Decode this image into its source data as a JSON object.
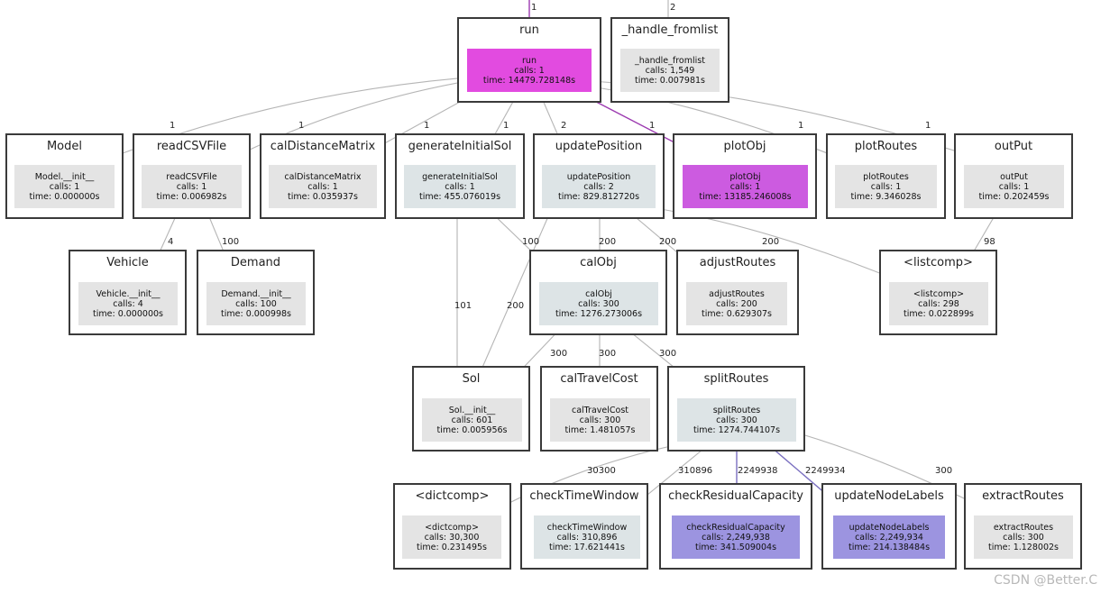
{
  "colors": {
    "default": "#e4e4e4",
    "light": "#dde4e6",
    "hot": "#e24be0",
    "warm": "#cc5be0",
    "blue": "#9c94e0",
    "edge_default": "#b5b5b5",
    "edge_hot": "#9c3ab0",
    "edge_blue": "#7a6fc0"
  },
  "nodes": {
    "run": {
      "title": "run",
      "name": "run",
      "calls": "calls: 1",
      "time": "time: 14479.728148s",
      "color": "hot"
    },
    "handle": {
      "title": "_handle_fromlist",
      "name": "_handle_fromlist",
      "calls": "calls: 1,549",
      "time": "time: 0.007981s",
      "color": "default"
    },
    "model": {
      "title": "Model",
      "name": "Model.__init__",
      "calls": "calls: 1",
      "time": "time: 0.000000s",
      "color": "default"
    },
    "readcsv": {
      "title": "readCSVFile",
      "name": "readCSVFile",
      "calls": "calls: 1",
      "time": "time: 0.006982s",
      "color": "default"
    },
    "caldist": {
      "title": "calDistanceMatrix",
      "name": "calDistanceMatrix",
      "calls": "calls: 1",
      "time": "time: 0.035937s",
      "color": "default"
    },
    "geninit": {
      "title": "generateInitialSol",
      "name": "generateInitialSol",
      "calls": "calls: 1",
      "time": "time: 455.076019s",
      "color": "light"
    },
    "updpos": {
      "title": "updatePosition",
      "name": "updatePosition",
      "calls": "calls: 2",
      "time": "time: 829.812720s",
      "color": "light"
    },
    "plotobj": {
      "title": "plotObj",
      "name": "plotObj",
      "calls": "calls: 1",
      "time": "time: 13185.246008s",
      "color": "warm"
    },
    "plotroutes": {
      "title": "plotRoutes",
      "name": "plotRoutes",
      "calls": "calls: 1",
      "time": "time: 9.346028s",
      "color": "default"
    },
    "output": {
      "title": "outPut",
      "name": "outPut",
      "calls": "calls: 1",
      "time": "time: 0.202459s",
      "color": "default"
    },
    "vehicle": {
      "title": "Vehicle",
      "name": "Vehicle.__init__",
      "calls": "calls: 4",
      "time": "time: 0.000000s",
      "color": "default"
    },
    "demand": {
      "title": "Demand",
      "name": "Demand.__init__",
      "calls": "calls: 100",
      "time": "time: 0.000998s",
      "color": "default"
    },
    "calobj": {
      "title": "calObj",
      "name": "calObj",
      "calls": "calls: 300",
      "time": "time: 1276.273006s",
      "color": "light"
    },
    "adjust": {
      "title": "adjustRoutes",
      "name": "adjustRoutes",
      "calls": "calls: 200",
      "time": "time: 0.629307s",
      "color": "default"
    },
    "listcomp": {
      "title": "<listcomp>",
      "name": "<listcomp>",
      "calls": "calls: 298",
      "time": "time: 0.022899s",
      "color": "default"
    },
    "sol": {
      "title": "Sol",
      "name": "Sol.__init__",
      "calls": "calls: 601",
      "time": "time: 0.005956s",
      "color": "default"
    },
    "caltravel": {
      "title": "calTravelCost",
      "name": "calTravelCost",
      "calls": "calls: 300",
      "time": "time: 1.481057s",
      "color": "default"
    },
    "split": {
      "title": "splitRoutes",
      "name": "splitRoutes",
      "calls": "calls: 300",
      "time": "time: 1274.744107s",
      "color": "light"
    },
    "dictcomp": {
      "title": "<dictcomp>",
      "name": "<dictcomp>",
      "calls": "calls: 30,300",
      "time": "time: 0.231495s",
      "color": "default"
    },
    "checktw": {
      "title": "checkTimeWindow",
      "name": "checkTimeWindow",
      "calls": "calls: 310,896",
      "time": "time: 17.621441s",
      "color": "light"
    },
    "checkres": {
      "title": "checkResidualCapacity",
      "name": "checkResidualCapacity",
      "calls": "calls: 2,249,938",
      "time": "time: 341.509004s",
      "color": "blue"
    },
    "updnode": {
      "title": "updateNodeLabels",
      "name": "updateNodeLabels",
      "calls": "calls: 2,249,934",
      "time": "time: 214.138484s",
      "color": "blue"
    },
    "extract": {
      "title": "extractRoutes",
      "name": "extractRoutes",
      "calls": "calls: 300",
      "time": "time: 1.128002s",
      "color": "default"
    }
  },
  "edges": [
    {
      "from": "top1",
      "to": "run",
      "label": "1",
      "color": "edge_hot"
    },
    {
      "from": "top2",
      "to": "handle",
      "label": "2",
      "color": "edge_default"
    },
    {
      "from": "run",
      "to": "model",
      "label": "1",
      "color": "edge_default"
    },
    {
      "from": "run",
      "to": "readcsv",
      "label": "1",
      "color": "edge_default"
    },
    {
      "from": "run",
      "to": "caldist",
      "label": "1",
      "color": "edge_default"
    },
    {
      "from": "run",
      "to": "geninit",
      "label": "1",
      "color": "edge_default"
    },
    {
      "from": "run",
      "to": "updpos",
      "label": "2",
      "color": "edge_default"
    },
    {
      "from": "run",
      "to": "plotobj",
      "label": "1",
      "color": "edge_hot"
    },
    {
      "from": "run",
      "to": "plotroutes",
      "label": "1",
      "color": "edge_default"
    },
    {
      "from": "run",
      "to": "output",
      "label": "1",
      "color": "edge_default"
    },
    {
      "from": "readcsv",
      "to": "vehicle",
      "label": "4",
      "color": "edge_default"
    },
    {
      "from": "readcsv",
      "to": "demand",
      "label": "100",
      "color": "edge_default"
    },
    {
      "from": "geninit",
      "to": "calobj",
      "label": "100",
      "color": "edge_default"
    },
    {
      "from": "geninit",
      "to": "sol",
      "label": "101",
      "color": "edge_default"
    },
    {
      "from": "updpos",
      "to": "calobj",
      "label": "200",
      "color": "edge_default"
    },
    {
      "from": "updpos",
      "to": "adjust",
      "label": "200",
      "color": "edge_default"
    },
    {
      "from": "updpos",
      "to": "listcomp",
      "label": "200",
      "color": "edge_default"
    },
    {
      "from": "updpos",
      "to": "sol",
      "label": "200",
      "color": "edge_default"
    },
    {
      "from": "output",
      "to": "listcomp",
      "label": "98",
      "color": "edge_default"
    },
    {
      "from": "calobj",
      "to": "sol",
      "label": "300",
      "color": "edge_default"
    },
    {
      "from": "calobj",
      "to": "caltravel",
      "label": "300",
      "color": "edge_default"
    },
    {
      "from": "calobj",
      "to": "split",
      "label": "300",
      "color": "edge_default"
    },
    {
      "from": "split",
      "to": "dictcomp",
      "label": "30300",
      "color": "edge_default"
    },
    {
      "from": "split",
      "to": "checktw",
      "label": "310896",
      "color": "edge_default"
    },
    {
      "from": "split",
      "to": "checkres",
      "label": "2249938",
      "color": "edge_blue"
    },
    {
      "from": "split",
      "to": "updnode",
      "label": "2249934",
      "color": "edge_blue"
    },
    {
      "from": "split",
      "to": "extract",
      "label": "300",
      "color": "edge_default"
    }
  ],
  "watermark": "CSDN @Better.C"
}
